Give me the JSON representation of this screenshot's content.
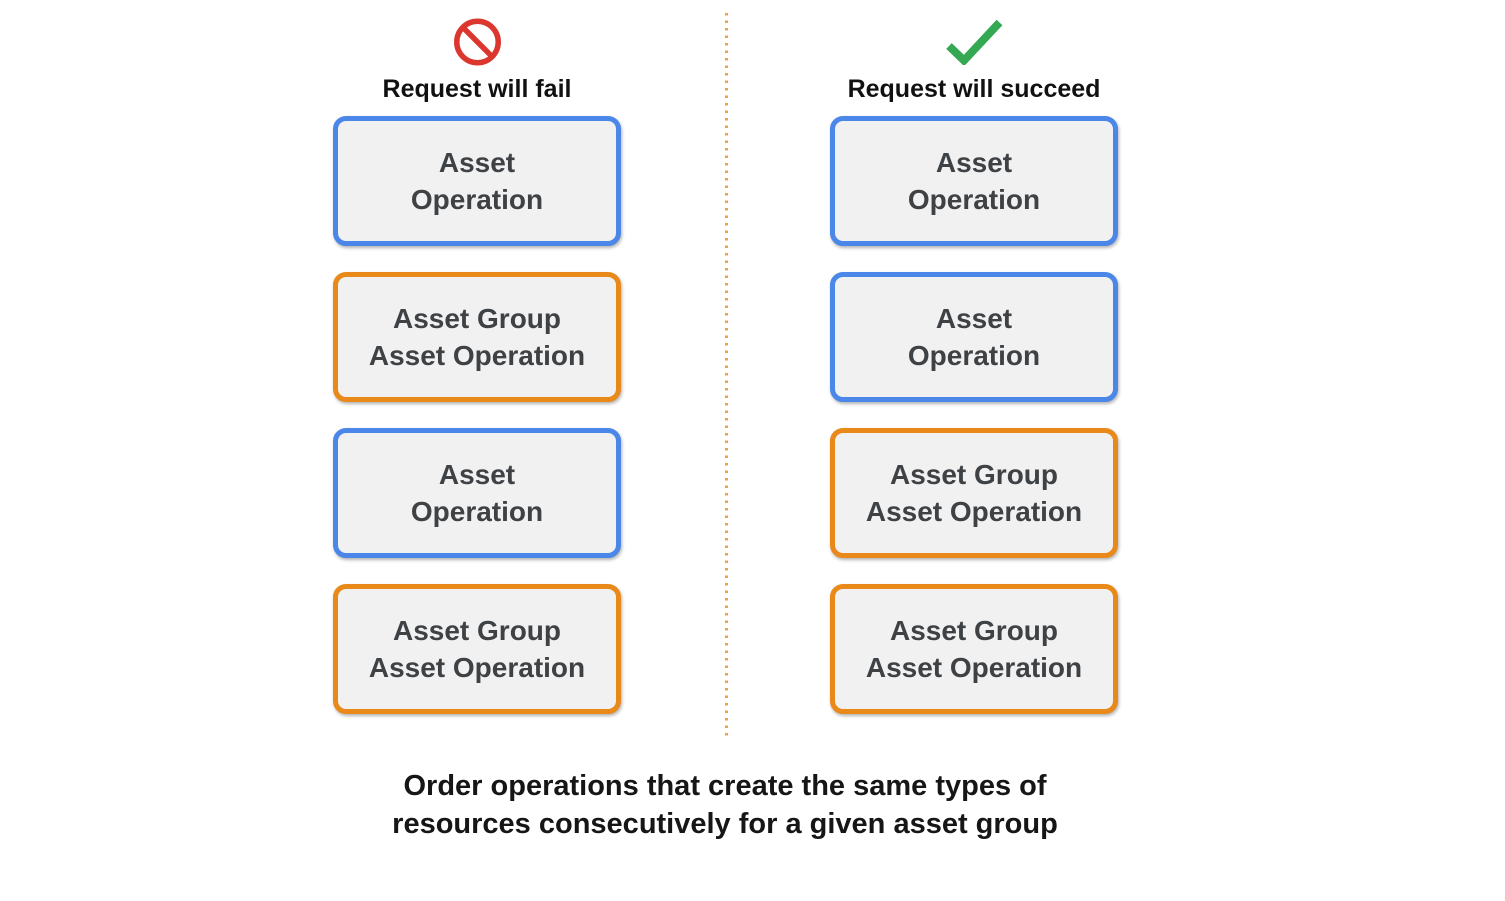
{
  "diagram": {
    "fail_column": {
      "title": "Request will fail",
      "icon": "prohibition-icon",
      "boxes": [
        {
          "type": "asset-operation",
          "line1": "Asset",
          "line2": "Operation"
        },
        {
          "type": "asset-group-asset-operation",
          "line1": "Asset Group",
          "line2": "Asset Operation"
        },
        {
          "type": "asset-operation",
          "line1": "Asset",
          "line2": "Operation"
        },
        {
          "type": "asset-group-asset-operation",
          "line1": "Asset Group",
          "line2": "Asset Operation"
        }
      ]
    },
    "succeed_column": {
      "title": "Request will succeed",
      "icon": "checkmark-icon",
      "boxes": [
        {
          "type": "asset-operation",
          "line1": "Asset",
          "line2": "Operation"
        },
        {
          "type": "asset-operation",
          "line1": "Asset",
          "line2": "Operation"
        },
        {
          "type": "asset-group-asset-operation",
          "line1": "Asset Group",
          "line2": "Asset Operation"
        },
        {
          "type": "asset-group-asset-operation",
          "line1": "Asset Group",
          "line2": "Asset Operation"
        }
      ]
    },
    "caption": {
      "line1": "Order operations that create the same types of",
      "line2": "resources consecutively for a given asset group"
    },
    "colors": {
      "asset_operation_border": "#4A87E8",
      "asset_group_asset_operation_border": "#E8891A",
      "box_background": "#F1F1F2",
      "box_text": "#3F4245",
      "fail_icon_red": "#DC372E",
      "succeed_icon_green": "#34A853",
      "divider_dotted_orange": "#EDA14C"
    }
  }
}
